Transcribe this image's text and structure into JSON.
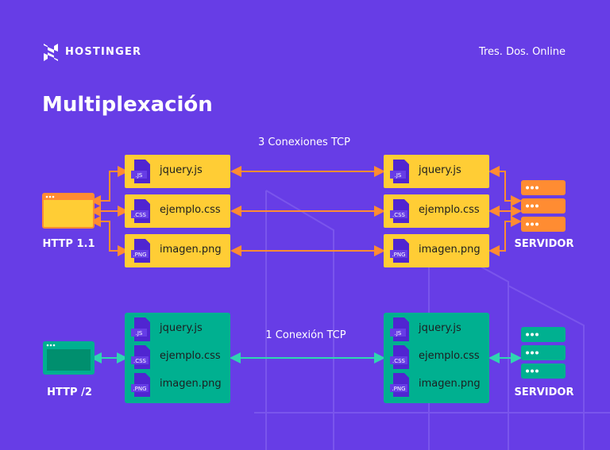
{
  "header": {
    "brand": "HOSTINGER",
    "tagline": "Tres. Dos. Online"
  },
  "title": "Multiplexación",
  "http11": {
    "caption": "3 Conexiones TCP",
    "client_label": "HTTP 1.1",
    "server_label": "SERVIDOR",
    "files": [
      {
        "name": "jquery.js",
        "ext": ".JS"
      },
      {
        "name": "ejemplo.css",
        "ext": ".CSS"
      },
      {
        "name": "imagen.png",
        "ext": ".PNG"
      }
    ]
  },
  "http2": {
    "caption": "1 Conexión TCP",
    "client_label": "HTTP /2",
    "server_label": "SERVIDOR",
    "files": [
      {
        "name": "jquery.js",
        "ext": ".JS"
      },
      {
        "name": "ejemplo.css",
        "ext": ".CSS"
      },
      {
        "name": "imagen.png",
        "ext": ".PNG"
      }
    ]
  },
  "colors": {
    "background": "#673de6",
    "yellow": "#ffcd35",
    "orange": "#ff8c32",
    "green": "#00b090",
    "teal_line": "#2fd6b0",
    "icon_purple": "#5025d1"
  }
}
